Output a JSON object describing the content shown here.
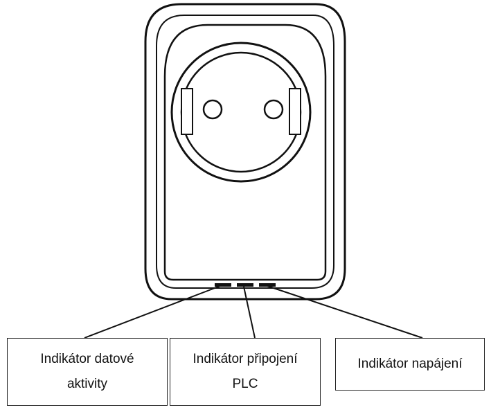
{
  "labels": {
    "data_activity": {
      "line1": "Indikátor datové",
      "line2": "aktivity"
    },
    "plc_connection": {
      "line1": "Indikátor připojení",
      "line2": "PLC"
    },
    "power": {
      "line1": "Indikátor napájení"
    }
  }
}
